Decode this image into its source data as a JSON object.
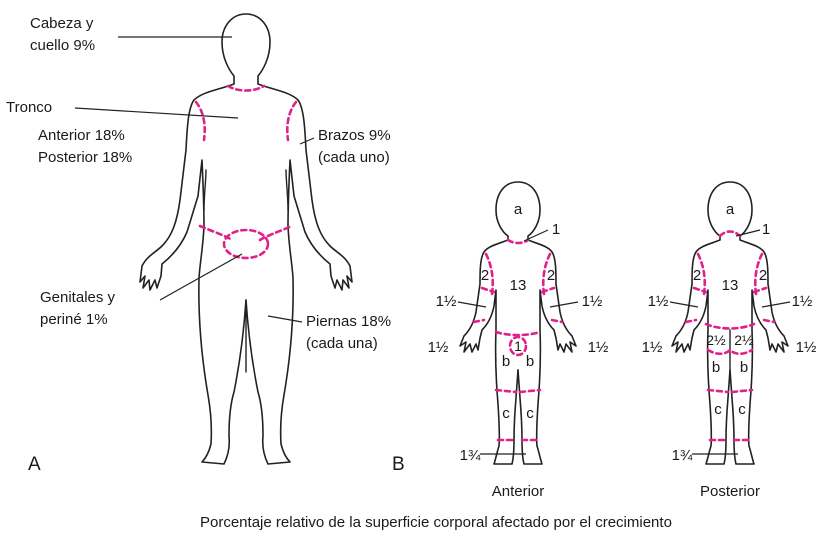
{
  "colors": {
    "outline": "#222222",
    "zone_dash": "#e0218a",
    "text": "#1a1a1a"
  },
  "panel_a": {
    "letter": "A",
    "head_l1": "Cabeza y",
    "head_l2": "cuello 9%",
    "trunk": "Tronco",
    "trunk_ant": "Anterior 18%",
    "trunk_post": "Posterior 18%",
    "arms_l1": "Brazos 9%",
    "arms_l2": "(cada uno)",
    "genital_l1": "Genitales y",
    "genital_l2": "periné 1%",
    "legs_l1": "Piernas 18%",
    "legs_l2": "(cada una)"
  },
  "panel_b": {
    "letter": "B",
    "anterior": {
      "caption": "Anterior",
      "head": "a",
      "neck": "1",
      "trunk": "13",
      "arm_left": "2",
      "arm_right": "2",
      "forearm_left": "1½",
      "forearm_right": "1½",
      "hand_left": "1½",
      "hand_right": "1½",
      "genital": "1",
      "thigh_left": "b",
      "thigh_right": "b",
      "leg_left": "c",
      "leg_right": "c",
      "foot": "1¾"
    },
    "posterior": {
      "caption": "Posterior",
      "head": "a",
      "neck": "1",
      "trunk": "13",
      "arm_left": "2",
      "arm_right": "2",
      "forearm_left": "1½",
      "forearm_right": "1½",
      "hand_left": "1½",
      "hand_right": "1½",
      "buttock_left": "2½",
      "buttock_right": "2½",
      "thigh_left": "b",
      "thigh_right": "b",
      "leg_left": "c",
      "leg_right": "c",
      "foot": "1¾"
    }
  },
  "caption": "Porcentaje relativo de la superficie corporal afectado por el crecimiento"
}
